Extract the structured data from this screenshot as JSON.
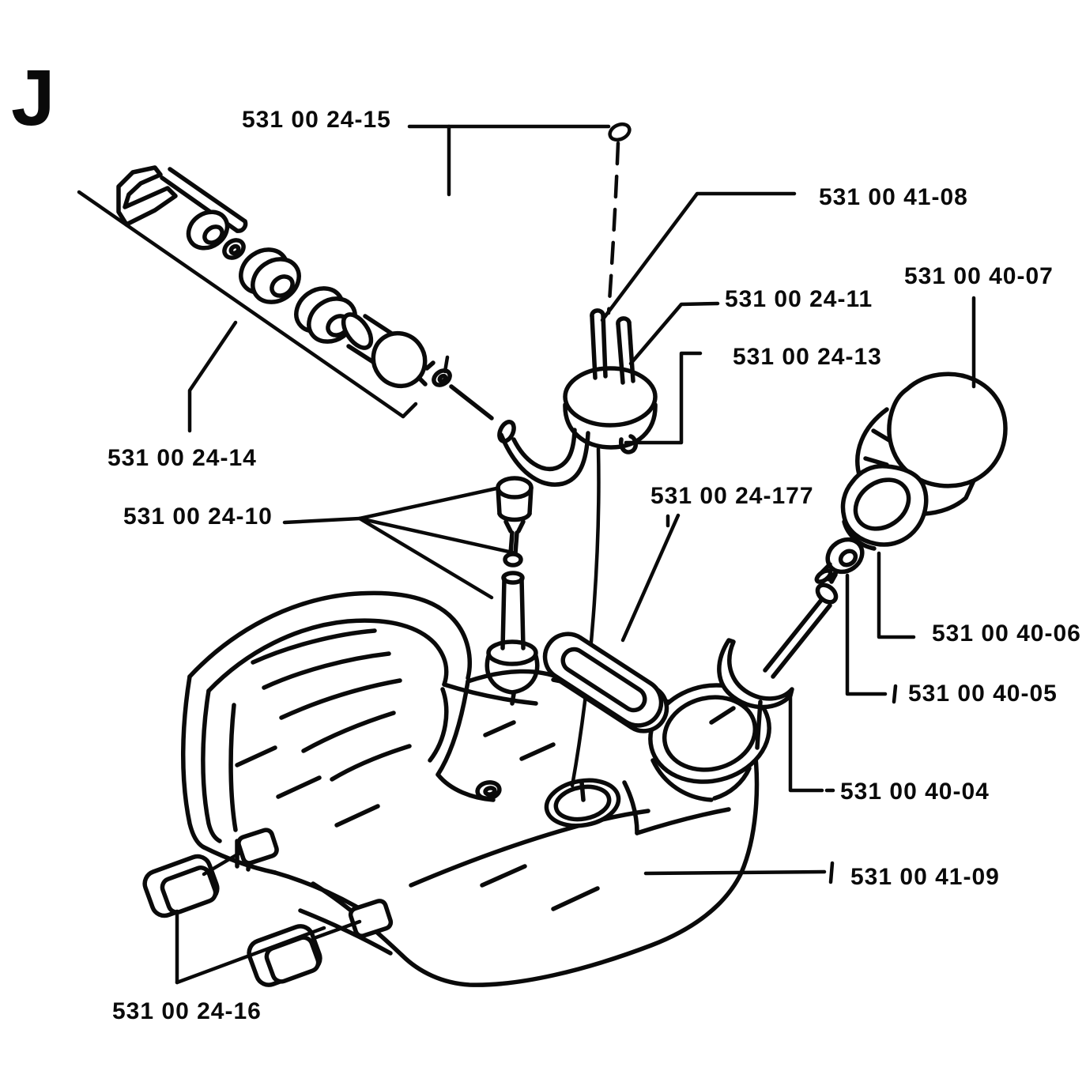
{
  "figure_letter": "J",
  "colors": {
    "ink": "#0a0a0a",
    "background": "#ffffff"
  },
  "labels": [
    {
      "id": "24-15",
      "text": "531 00 24-15"
    },
    {
      "id": "41-08",
      "text": "531 00 41-08"
    },
    {
      "id": "24-11",
      "text": "531 00 24-11"
    },
    {
      "id": "24-13",
      "text": "531 00 24-13"
    },
    {
      "id": "40-07",
      "text": "531 00 40-07"
    },
    {
      "id": "24-14",
      "text": "531 00 24-14"
    },
    {
      "id": "24-10",
      "text": "531 00 24-10"
    },
    {
      "id": "24-177",
      "text": "531 00 24-177"
    },
    {
      "id": "40-06",
      "text": "531 00 40-06"
    },
    {
      "id": "40-05",
      "text": "531 00 40-05"
    },
    {
      "id": "40-04",
      "text": "531 00 40-04"
    },
    {
      "id": "41-09",
      "text": "531 00 41-09"
    },
    {
      "id": "24-16",
      "text": "531 00 24-16"
    }
  ]
}
